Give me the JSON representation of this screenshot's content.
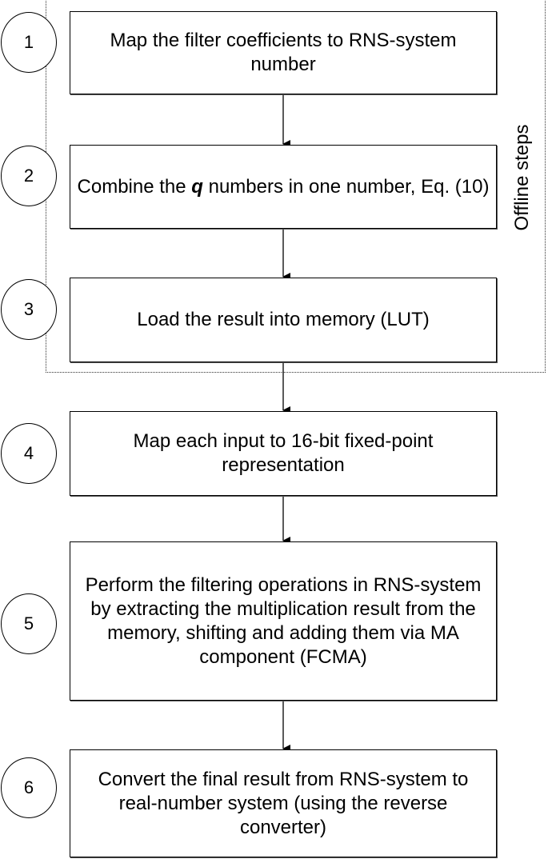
{
  "group_label": "Offline steps",
  "steps": [
    {
      "num": "1",
      "text": "Map the filter coefficients to RNS-system number"
    },
    {
      "num": "2",
      "text_before": "Combine the ",
      "text_italic": "q",
      "text_after": " numbers in one number, Eq. (10)"
    },
    {
      "num": "3",
      "text": "Load the result into memory (LUT)"
    },
    {
      "num": "4",
      "text": "Map each input to 16-bit fixed-point representation"
    },
    {
      "num": "5",
      "text": "Perform the filtering operations in RNS-system by extracting the multiplication result from the memory, shifting and adding them via MA component (FCMA)"
    },
    {
      "num": "6",
      "text": "Convert the final result from RNS-system to real-number system (using the reverse converter)"
    }
  ]
}
